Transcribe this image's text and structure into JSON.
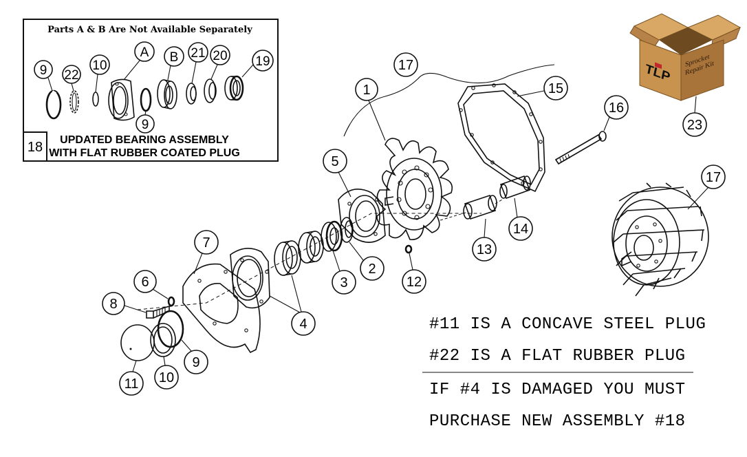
{
  "inset": {
    "title": "Parts A & B Are Not Available Separately",
    "caption_line1": "UPDATED BEARING ASSEMBLY",
    "caption_line2": "WITH FLAT RUBBER COATED PLUG",
    "assembly_number": "18",
    "labels": [
      "9",
      "22",
      "10",
      "A",
      "B",
      "21",
      "20",
      "19",
      "9"
    ]
  },
  "callouts": [
    "17",
    "1",
    "15",
    "16",
    "5",
    "2",
    "3",
    "4",
    "12",
    "13",
    "14",
    "7",
    "6",
    "8",
    "9",
    "10",
    "11",
    "17",
    "23"
  ],
  "kit_box": {
    "logo": "TLP",
    "label_line1": "Sprocket",
    "label_line2": "Repair Kit"
  },
  "notes": [
    "#11 IS A CONCAVE STEEL PLUG",
    "#22 IS A FLAT RUBBER PLUG",
    "IF #4 IS DAMAGED YOU MUST",
    "PURCHASE NEW ASSEMBLY #18"
  ],
  "colors": {
    "ink": "#111111",
    "box": "#c8924f",
    "box_dark": "#9c6a32",
    "logo_red": "#c0262a"
  }
}
